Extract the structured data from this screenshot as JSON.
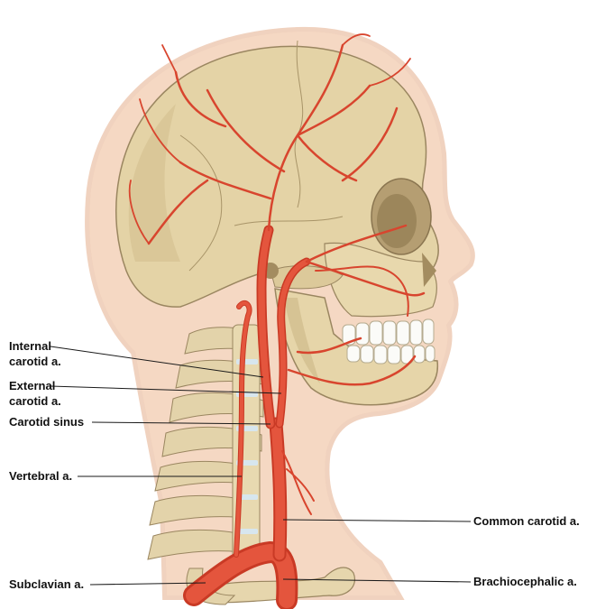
{
  "figure": {
    "labels": {
      "internal_carotid_line1": "Internal",
      "internal_carotid_line2": "carotid a.",
      "external_carotid_line1": "External",
      "external_carotid_line2": "carotid a.",
      "carotid_sinus": "Carotid sinus",
      "vertebral": "Vertebral a.",
      "subclavian": "Subclavian a.",
      "common_carotid": "Common carotid a.",
      "brachiocephalic": "Brachiocephalic a."
    },
    "colors": {
      "skin": "#f3d3bd",
      "skin_edge": "#e4ad8c",
      "bone": "#e3d3aa",
      "bone_shadow": "#c9b68a",
      "bone_outline": "#9a8660",
      "artery": "#e4533c",
      "artery_dark": "#b8321f",
      "disc": "#d7e6ee",
      "teeth": "#fbfbf8",
      "leader_line": "#1a1a1a"
    }
  }
}
